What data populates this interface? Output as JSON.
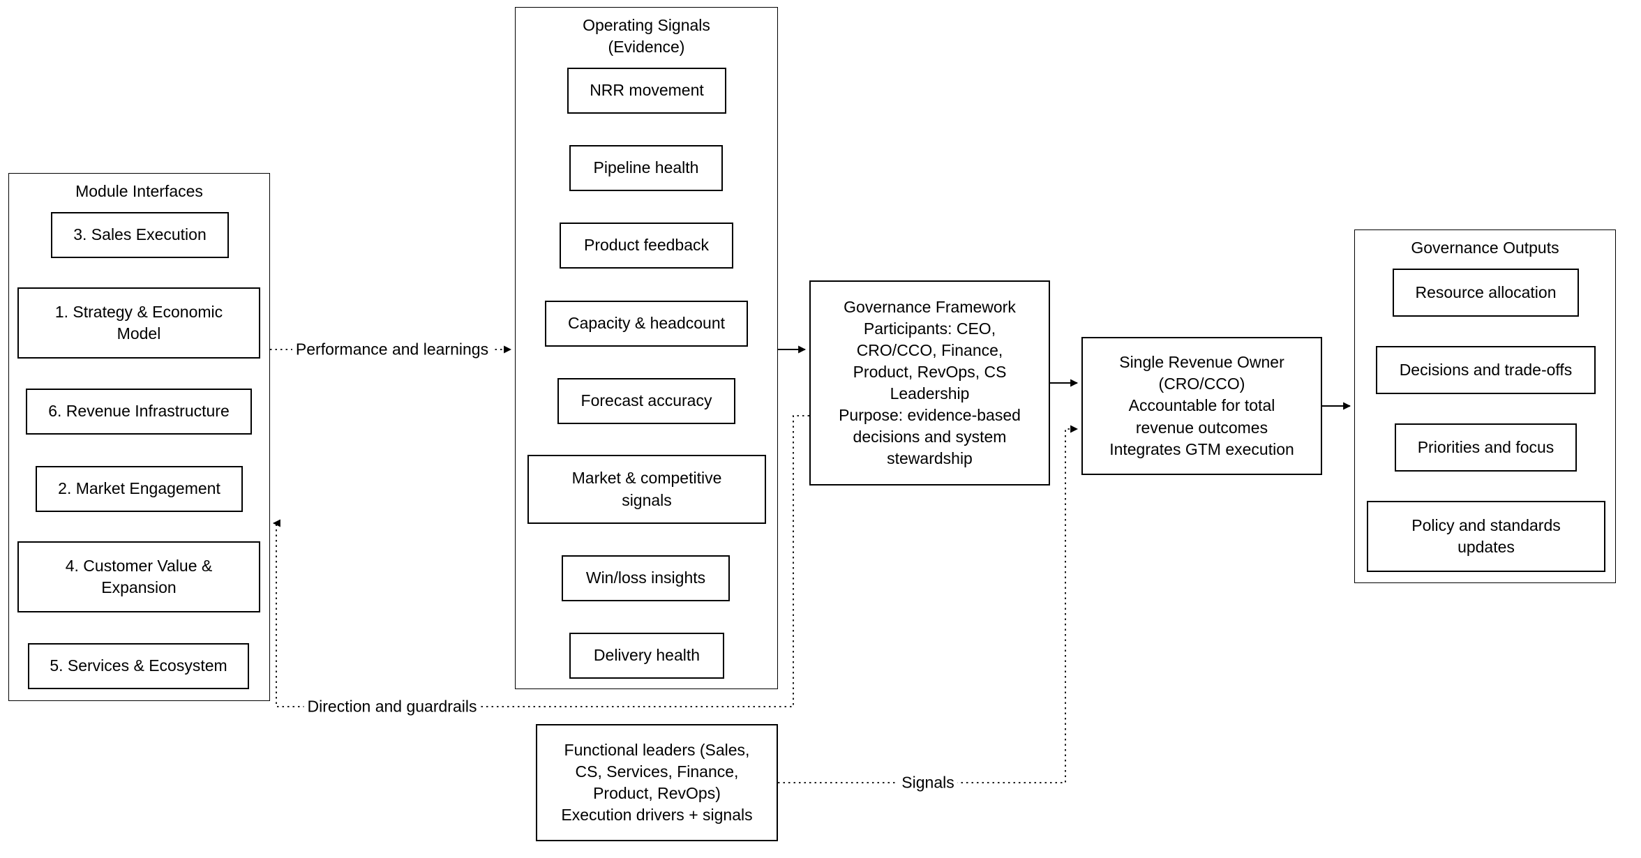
{
  "module_interfaces": {
    "title": "Module Interfaces",
    "items": [
      {
        "label": "3. Sales Execution"
      },
      {
        "label": "1. Strategy & Economic\nModel"
      },
      {
        "label": "6. Revenue Infrastructure"
      },
      {
        "label": "2. Market Engagement"
      },
      {
        "label": "4. Customer Value &\nExpansion"
      },
      {
        "label": "5. Services & Ecosystem"
      }
    ]
  },
  "operating_signals": {
    "title": "Operating Signals\n(Evidence)",
    "items": [
      {
        "label": "NRR movement"
      },
      {
        "label": "Pipeline health"
      },
      {
        "label": "Product feedback"
      },
      {
        "label": "Capacity & headcount"
      },
      {
        "label": "Forecast accuracy"
      },
      {
        "label": "Market & competitive\nsignals"
      },
      {
        "label": "Win/loss insights"
      },
      {
        "label": "Delivery health"
      }
    ]
  },
  "governance_framework": {
    "text": "Governance Framework\nParticipants: CEO,\nCRO/CCO, Finance,\nProduct, RevOps, CS\nLeadership\nPurpose: evidence-based\ndecisions and system\nstewardship"
  },
  "single_revenue_owner": {
    "text": "Single Revenue Owner\n(CRO/CCO)\nAccountable for total\nrevenue outcomes\nIntegrates GTM execution"
  },
  "governance_outputs": {
    "title": "Governance Outputs",
    "items": [
      {
        "label": "Resource allocation"
      },
      {
        "label": "Decisions and trade-offs"
      },
      {
        "label": "Priorities and focus"
      },
      {
        "label": "Policy and standards\nupdates"
      }
    ]
  },
  "functional_leaders": {
    "text": "Functional leaders (Sales,\nCS, Services, Finance,\nProduct, RevOps)\nExecution drivers + signals"
  },
  "edges": {
    "performance_label": "Performance and learnings",
    "direction_label": "Direction and guardrails",
    "signals_label": "Signals"
  },
  "colors": {
    "stroke": "#000000",
    "text": "#000000",
    "background": "#ffffff"
  }
}
